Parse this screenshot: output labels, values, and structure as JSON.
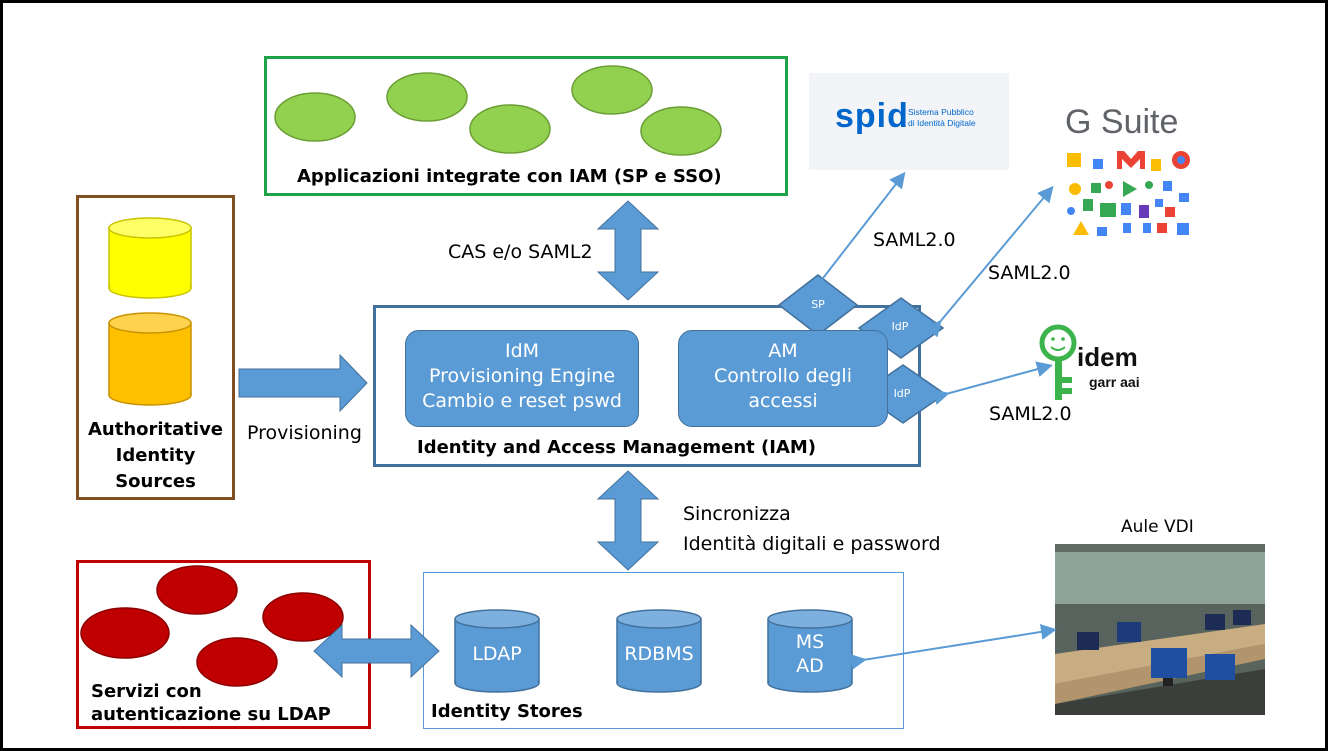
{
  "apps_box": {
    "label": "Applicazioni integrate con IAM  (SP e SSO)"
  },
  "arrows": {
    "cas_label": "CAS e/o SAML2",
    "provisioning_label": "Provisioning"
  },
  "sync": {
    "line1": "Sincronizza",
    "line2": "Identità digitali e password"
  },
  "iam": {
    "title": "Identity and Access Management (IAM)",
    "idm": [
      "IdM",
      "Provisioning Engine",
      "Cambio e reset pswd"
    ],
    "am": [
      "AM",
      "Controllo degli",
      "accessi"
    ]
  },
  "diamonds": {
    "sp": "SP",
    "idp1": "IdP",
    "idp2": "IdP"
  },
  "auth_sources": {
    "label": [
      "Authoritative",
      "Identity",
      "Sources"
    ]
  },
  "ldap_services": {
    "label": [
      "Servizi con",
      "autenticazione su LDAP"
    ]
  },
  "identity_stores": {
    "title": "Identity Stores",
    "stores": [
      "LDAP",
      "RDBMS",
      "MS",
      "AD"
    ]
  },
  "external": {
    "saml_spid": "SAML2.0",
    "saml_gsuite": "SAML2.0",
    "saml_idem": "SAML2.0",
    "spid_logo_text": "spid",
    "spid_subtitle": [
      "Sistema Pubblico",
      "di Identità Digitale"
    ],
    "gsuite_title": "G Suite",
    "idem_text": "idem",
    "idem_subtitle": "garr aai",
    "vdi_label": "Aule VDI"
  },
  "colors": {
    "blue": "#5b9bd5",
    "blue_dark": "#41719c",
    "green": "#92d050",
    "green_border": "#1fa349",
    "red": "#c00000",
    "brown": "#7f4f21",
    "iam_border": "#41719c"
  }
}
